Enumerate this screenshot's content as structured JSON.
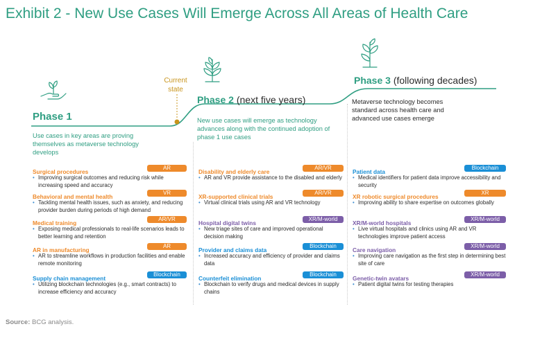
{
  "title": "Exhibit 2 - New Use Cases Will Emerge Across All Areas of Health Care",
  "current_state": "Current state",
  "colors": {
    "title": "#2f9e82",
    "curve": "#2f9e82",
    "current_state": "#c8941c",
    "tag_AR": "#ee8a2b",
    "tag_VR": "#ee8a2b",
    "tag_AR/VR": "#ee8a2b",
    "tag_XR": "#ee8a2b",
    "tag_Blockchain": "#1a8fd6",
    "tag_XR/M-world": "#7c5ea8"
  },
  "phases": [
    {
      "label": "Phase 1",
      "suffix": "",
      "description": "Use cases in key areas are proving themselves as metaverse technology develops",
      "icon": "plant-in-hand-icon",
      "items": [
        {
          "title": "Surgical procedures",
          "tag": "AR",
          "desc": "Improving surgical outcomes and reducing risk while increasing speed and accuracy"
        },
        {
          "title": "Behavioral and mental health",
          "tag": "VR",
          "desc": "Tackling mental health issues, such as anxiety, and reducing provider burden during periods of high demand"
        },
        {
          "title": "Medical training",
          "tag": "AR/VR",
          "desc": "Exposing medical professionals to real-life scenarios leads to better learning and retention"
        },
        {
          "title": "AR in manufacturing",
          "tag": "AR",
          "desc": "AR to streamline workflows in production facilities and enable remote monitoring"
        },
        {
          "title": "Supply chain management",
          "tag": "Blockchain",
          "desc": "Utilizing blockchain technologies (e.g., smart contracts) to increase efficiency and accuracy"
        }
      ]
    },
    {
      "label": "Phase 2",
      "suffix": "(next five years)",
      "description": "New use cases will emerge as technology advances along with the continued adoption of phase 1 use cases",
      "icon": "sprout-icon",
      "items": [
        {
          "title": "Disability and elderly care",
          "tag": "AR/VR",
          "desc": "AR and VR provide assistance to the disabled and elderly"
        },
        {
          "title": "XR-supported clinical trials",
          "tag": "AR/VR",
          "desc": "Virtual clinical trials using AR and VR technology"
        },
        {
          "title": "Hospital digital twins",
          "tag": "XR/M-world",
          "desc": "New triage sites of care and improved operational decision making"
        },
        {
          "title": "Provider and claims data",
          "tag": "Blockchain",
          "desc": "Increased accuracy and efficiency of provider and claims data"
        },
        {
          "title": "Counterfeit elimination",
          "tag": "Blockchain",
          "desc": "Blockchain to verify drugs and medical devices in supply chains"
        }
      ]
    },
    {
      "label": "Phase 3",
      "suffix": "(following decades)",
      "description": "Metaverse technology becomes standard across health care and advanced use cases emerge",
      "icon": "plant-icon",
      "items": [
        {
          "title": "Patient data",
          "tag": "Blockchain",
          "desc": "Medical identifiers for patient data improve accessibility and security"
        },
        {
          "title": "XR robotic surgical procedures",
          "tag": "XR",
          "desc": "Improving ability to share expertise on outcomes globally"
        },
        {
          "title": "XR/M-world hospitals",
          "tag": "XR/M-world",
          "desc": "Live virtual hospitals and clinics using AR and VR technologies improve patient access"
        },
        {
          "title": "Care navigation",
          "tag": "XR/M-world",
          "desc": "Improving care navigation as the first step in determining best site of care"
        },
        {
          "title": "Genetic-twin avatars",
          "tag": "XR/M-world",
          "desc": "Patient digital twins for testing therapies"
        }
      ]
    }
  ],
  "source_label": "Source:",
  "source_text": "BCG analysis."
}
